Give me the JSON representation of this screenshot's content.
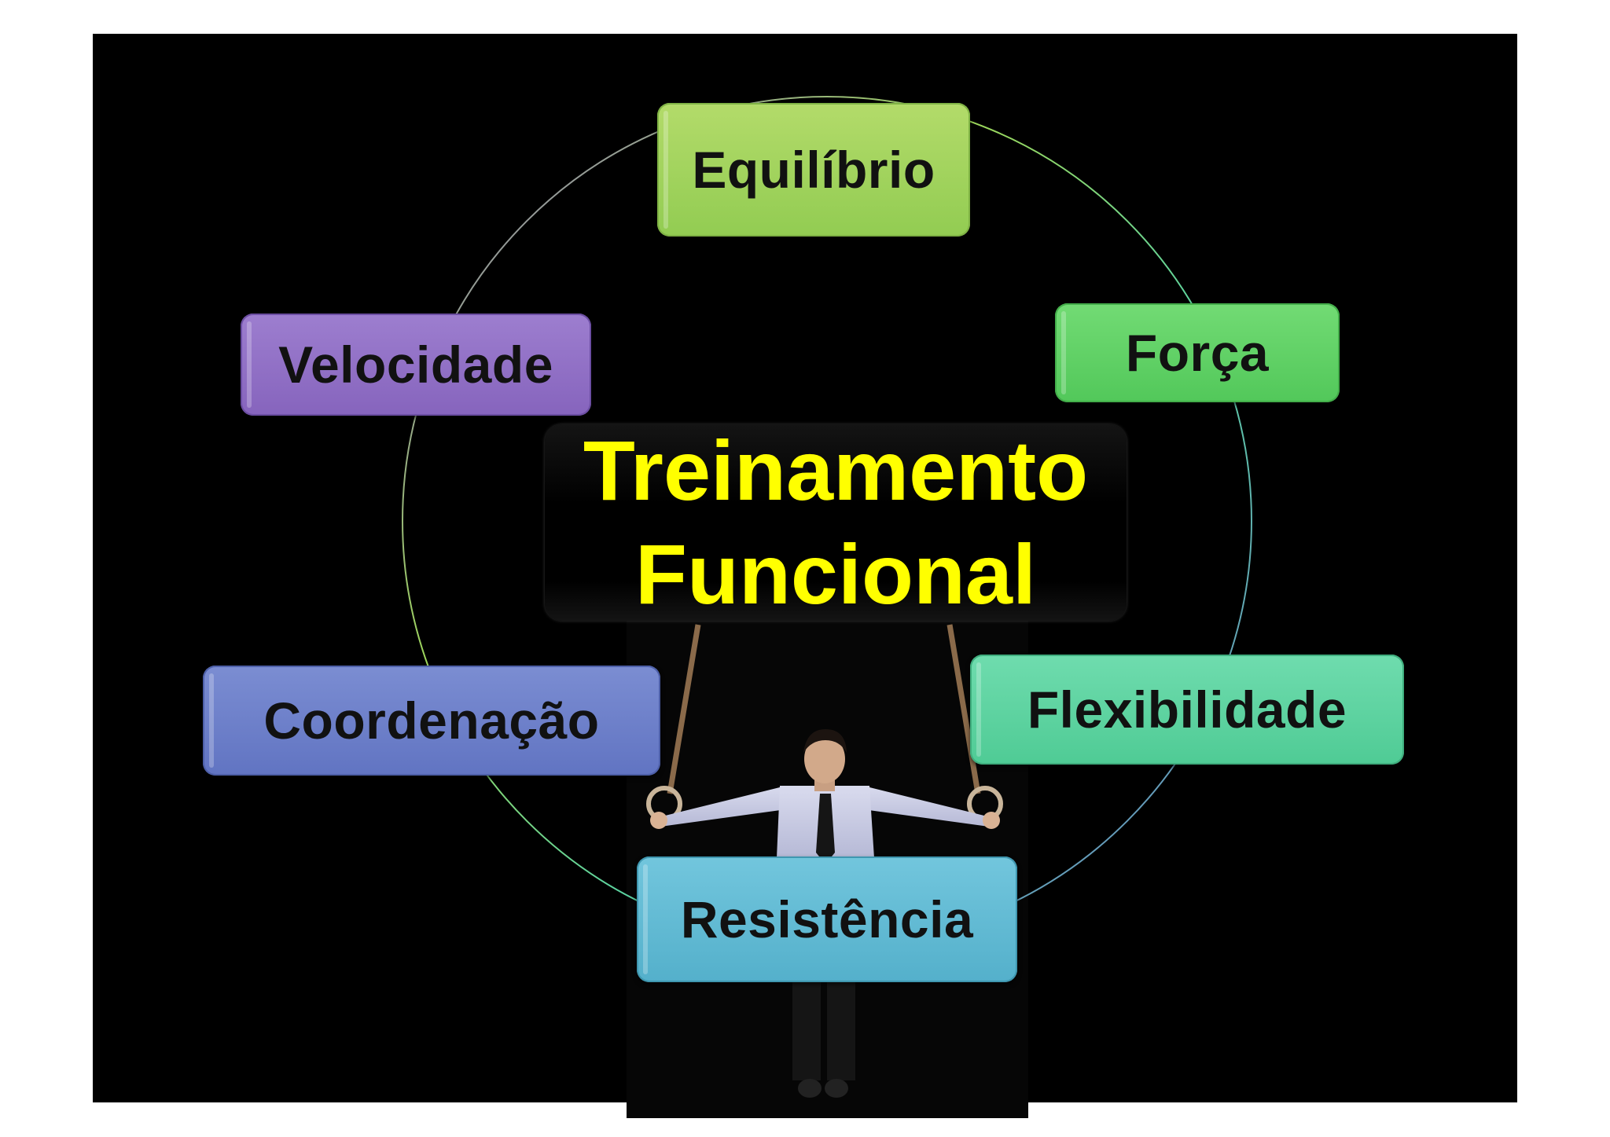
{
  "diagram": {
    "center": {
      "line1": "Treinamento",
      "line2": "Funcional",
      "text_color": "#ffff00"
    },
    "nodes": [
      {
        "id": "equilibrio",
        "label": "Equilíbrio",
        "color": "#9dd75a"
      },
      {
        "id": "forca",
        "label": "Força",
        "color": "#5ed466"
      },
      {
        "id": "flexibilidade",
        "label": "Flexibilidade",
        "color": "#5bd3a1"
      },
      {
        "id": "resistencia",
        "label": "Resistência",
        "color": "#5fb9d3"
      },
      {
        "id": "coordenacao",
        "label": "Coordenação",
        "color": "#6a7cc8"
      },
      {
        "id": "velocidade",
        "label": "Velocidade",
        "color": "#8f6ec4"
      }
    ]
  },
  "background": "#000000"
}
